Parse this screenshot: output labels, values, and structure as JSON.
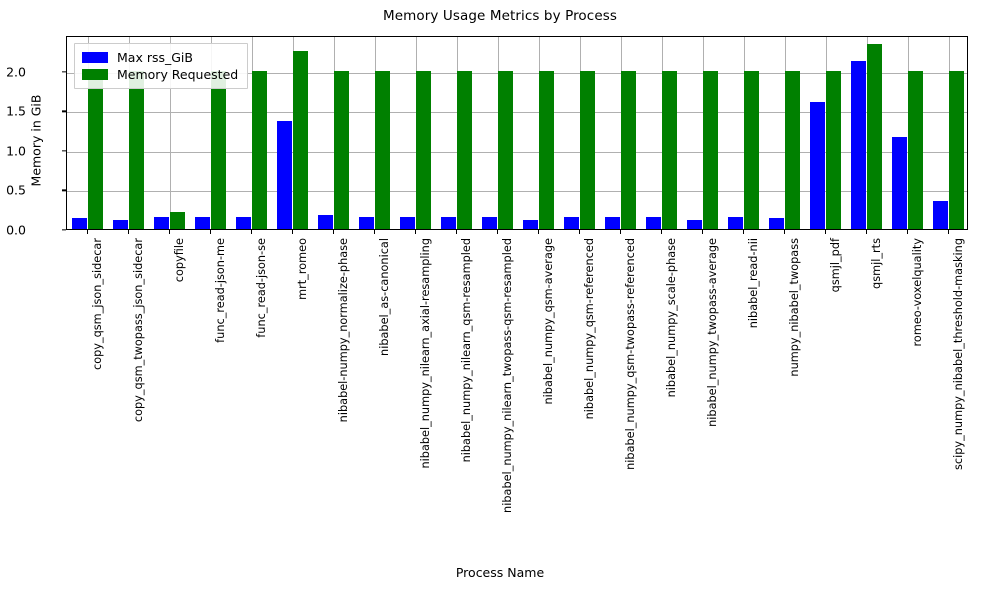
{
  "chart_data": {
    "type": "bar",
    "title": "Memory Usage Metrics by Process",
    "xlabel": "Process Name",
    "ylabel": "Memory in GiB",
    "ylim": [
      0,
      2.45
    ],
    "yticks": [
      0.0,
      0.5,
      1.0,
      1.5,
      2.0
    ],
    "ytick_labels": [
      "0.0",
      "0.5",
      "1.0",
      "1.5",
      "2.0"
    ],
    "grid": true,
    "legend_position": "upper left",
    "categories": [
      "copy_qsm_json_sidecar",
      "copy_qsm_twopass_json_sidecar",
      "copyfile",
      "func_read-json-me",
      "func_read-json-se",
      "mrt_romeo",
      "nibabel-numpy_normalize-phase",
      "nibabel_as-canonical",
      "nibabel_numpy_nilearn_axial-resampling",
      "nibabel_numpy_nilearn_qsm-resampled",
      "nibabel_numpy_nilearn_twopass-qsm-resampled",
      "nibabel_numpy_qsm-average",
      "nibabel_numpy_qsm-referenced",
      "nibabel_numpy_qsm-twopass-referenced",
      "nibabel_numpy_scale-phase",
      "nibabel_numpy_twopass-average",
      "nibabel_read-nii",
      "numpy_nibabel_twopass",
      "qsmjl_pdf",
      "qsmjl_rts",
      "romeo-voxelquality",
      "scipy_numpy_nibabel_threshold-masking"
    ],
    "series": [
      {
        "name": "Max rss_GiB",
        "color": "#0000ff",
        "values": [
          0.14,
          0.11,
          0.155,
          0.155,
          0.155,
          1.37,
          0.18,
          0.155,
          0.155,
          0.155,
          0.155,
          0.11,
          0.15,
          0.155,
          0.155,
          0.12,
          0.15,
          0.14,
          1.61,
          2.12,
          1.16,
          0.35
        ]
      },
      {
        "name": "Memory Requested",
        "color": "#008000",
        "values": [
          2.0,
          2.0,
          0.21,
          2.0,
          2.0,
          2.25,
          2.0,
          2.0,
          2.0,
          2.0,
          2.0,
          2.0,
          2.0,
          2.0,
          2.0,
          2.0,
          2.0,
          2.0,
          2.0,
          2.34,
          2.0,
          2.0
        ]
      }
    ]
  },
  "legend": {
    "entries": [
      {
        "label": "Max rss_GiB",
        "color": "#0000ff"
      },
      {
        "label": "Memory Requested",
        "color": "#008000"
      }
    ]
  }
}
